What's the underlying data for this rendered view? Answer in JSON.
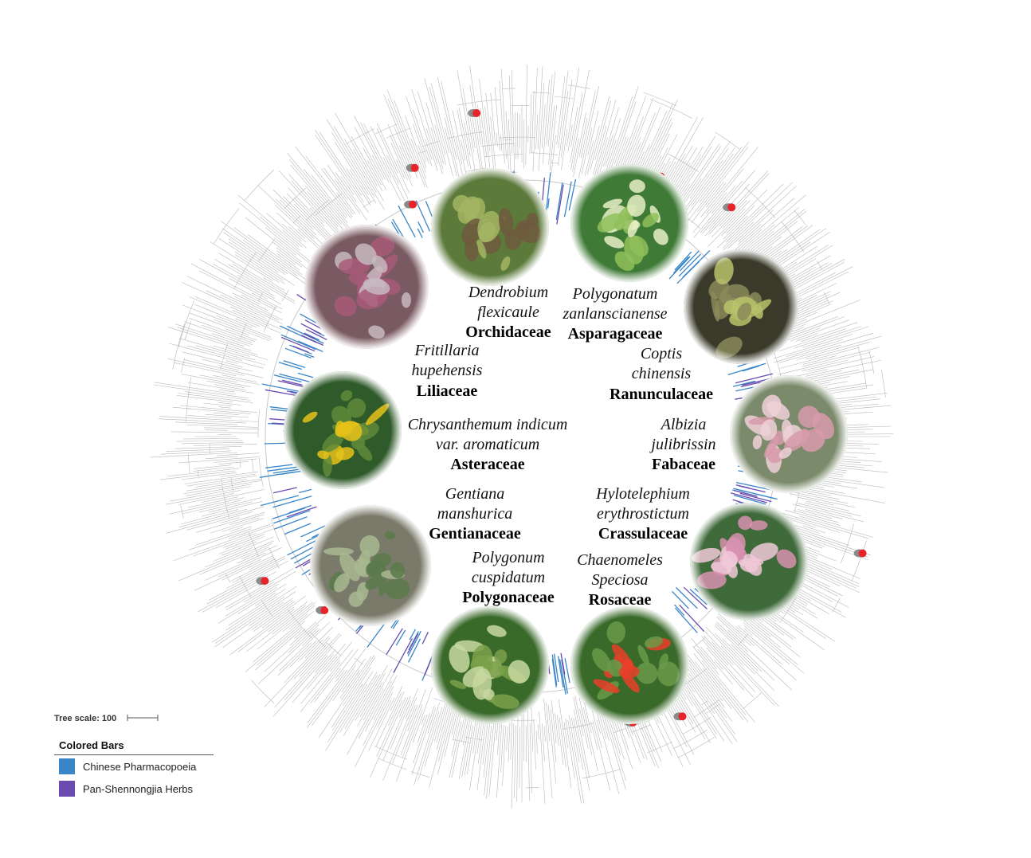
{
  "tree_scale": {
    "label": "Tree scale: 100"
  },
  "legend": {
    "title": "Colored Bars",
    "items": [
      {
        "label": "Chinese Pharmacopoeia",
        "color": "#3a86c8"
      },
      {
        "label": "Pan-Shennongjia Herbs",
        "color": "#6a4bb0"
      }
    ]
  },
  "colors": {
    "pharmacopoeia": "#3a86c8",
    "shennongjia": "#6a4bb0",
    "node_marker": "#e8232a",
    "tree": "#b8b8b8"
  },
  "taxa": [
    {
      "id": "orchidaceae",
      "species": [
        "Dendrobium",
        "flexicaule"
      ],
      "family": "Orchidaceae",
      "photo_colors": [
        "#5c7a3a",
        "#a3b563",
        "#6f5a3e"
      ]
    },
    {
      "id": "asparagaceae",
      "species": [
        "Polygonatum",
        "zanlanscianense"
      ],
      "family": "Asparagaceae",
      "photo_colors": [
        "#3f7a36",
        "#8fbf5a",
        "#e8efc4"
      ]
    },
    {
      "id": "liliaceae",
      "species": [
        "Fritillaria",
        "hupehensis"
      ],
      "family": "Liliaceae",
      "photo_colors": [
        "#7a5a62",
        "#a85a78",
        "#c8b8c0"
      ]
    },
    {
      "id": "ranunculaceae",
      "species": [
        "Coptis",
        "chinensis"
      ],
      "family": "Ranunculaceae",
      "photo_colors": [
        "#3a3a2a",
        "#8a8a5a",
        "#b7c26a"
      ]
    },
    {
      "id": "asteraceae",
      "species": [
        "Chrysanthemum indicum",
        "var. aromaticum"
      ],
      "family": "Asteraceae",
      "photo_colors": [
        "#2f5a2a",
        "#5f8a3a",
        "#e6c21a"
      ]
    },
    {
      "id": "fabaceae",
      "species": [
        "Albizia",
        "julibrissin"
      ],
      "family": "Fabaceae",
      "photo_colors": [
        "#7a8a6a",
        "#d89aaa",
        "#f0d0d8"
      ]
    },
    {
      "id": "gentianaceae",
      "species": [
        "Gentiana",
        "manshurica"
      ],
      "family": "Gentianaceae",
      "photo_colors": [
        "#7a7a6a",
        "#5a7a4a",
        "#a8b890"
      ]
    },
    {
      "id": "crassulaceae",
      "species": [
        "Hylotelephium",
        "erythrostictum"
      ],
      "family": "Crassulaceae",
      "photo_colors": [
        "#3f6a3a",
        "#d890b0",
        "#f0c8d8"
      ]
    },
    {
      "id": "polygonaceae",
      "species": [
        "Polygonum",
        "cuspidatum"
      ],
      "family": "Polygonaceae",
      "photo_colors": [
        "#3a6a2a",
        "#7aa04a",
        "#c8d8a0"
      ]
    },
    {
      "id": "rosaceae",
      "species": [
        "Chaenomeles",
        "Speciosa"
      ],
      "family": "Rosaceae",
      "photo_colors": [
        "#3a6a2a",
        "#6a9a4a",
        "#e8402a"
      ]
    }
  ]
}
